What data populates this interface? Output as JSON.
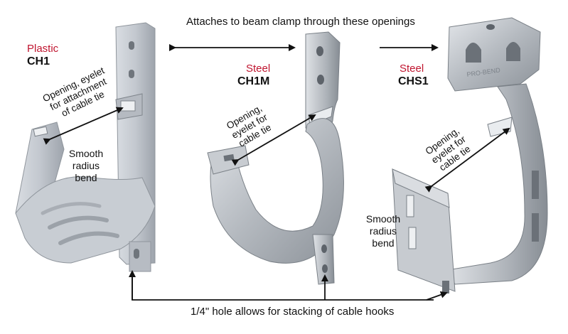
{
  "top_caption": "Attaches to beam clamp through these openings",
  "bottom_caption": "1/4\" hole allows for stacking of cable hooks",
  "products": [
    {
      "material": "Plastic",
      "model": "CH1",
      "opening_label": [
        "Opening, eyelet",
        "for attachment",
        "of cable tie"
      ],
      "bend_label": [
        "Smooth",
        "radius",
        "bend"
      ]
    },
    {
      "material": "Steel",
      "model": "CH1M",
      "opening_label": [
        "Opening,",
        "eyelet for",
        "cable tie"
      ]
    },
    {
      "material": "Steel",
      "model": "CHS1",
      "opening_label": [
        "Opening,",
        "eyelet for",
        "cable tie"
      ],
      "bend_label": [
        "Smooth",
        "radius",
        "bend"
      ],
      "stamp": "PRO-BEND"
    }
  ],
  "colors": {
    "material_text": "#c0152f",
    "plastic_hook": "#c7ccd2",
    "steel_hook": "#b9bec4",
    "arrow": "#111111"
  }
}
